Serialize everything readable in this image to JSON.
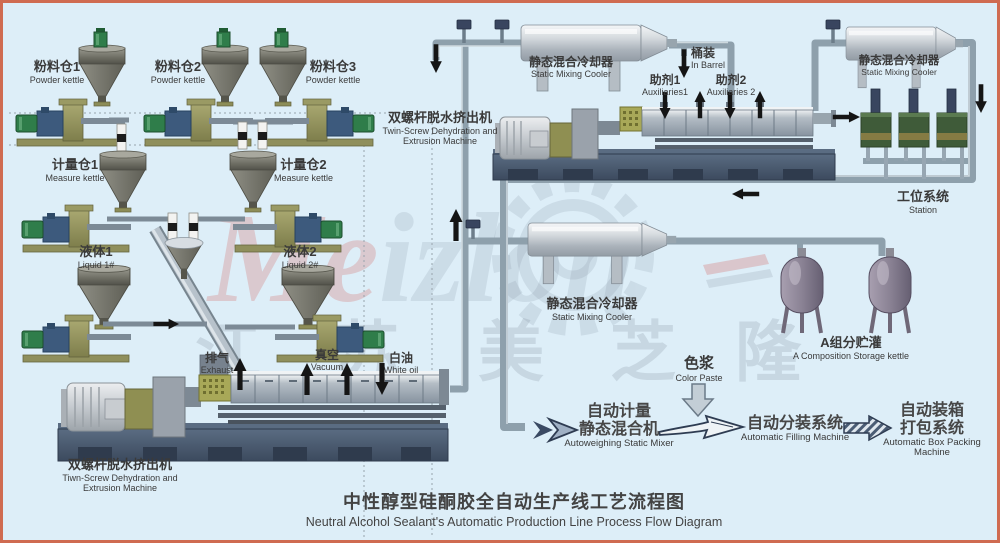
{
  "title": {
    "cn": "中性醇型硅酮胶全自动生产线工艺流程图",
    "en": "Neutral Alcohol Sealant's Automatic Production Line Process Flow Diagram"
  },
  "labels": {
    "powder1": {
      "cn": "粉料仓1",
      "en": "Powder kettle"
    },
    "powder2": {
      "cn": "粉料仓2",
      "en": "Powder kettle"
    },
    "powder3": {
      "cn": "粉料仓3",
      "en": "Powder kettle"
    },
    "measure1": {
      "cn": "计量仓1",
      "en": "Measure kettle"
    },
    "measure2": {
      "cn": "计量仓2",
      "en": "Measure kettle"
    },
    "liquid1": {
      "cn": "液体1",
      "en": "Liquid 1#"
    },
    "liquid2": {
      "cn": "液体2",
      "en": "Liquid 2#"
    },
    "exhaust": {
      "cn": "排气",
      "en": "Exhaust"
    },
    "vacuum": {
      "cn": "真空",
      "en": "Vacuum"
    },
    "white_oil": {
      "cn": "白油",
      "en": "White oil"
    },
    "extruder_bottom": {
      "cn": "双螺杆脱水挤出机",
      "en1": "Tiwn-Screw Dehydration and",
      "en2": "Extrusion Machine"
    },
    "extruder_top": {
      "cn": "双螺杆脱水挤出机",
      "en1": "Twin-Screw Dehydration and",
      "en2": "Extrusion Machine"
    },
    "cooler_top_left": {
      "cn": "静态混合冷却器",
      "en": "Static Mixing Cooler"
    },
    "cooler_top_right": {
      "cn": "静态混合冷却器",
      "en": "Static Mixing Cooler"
    },
    "cooler_mid": {
      "cn": "静态混合冷却器",
      "en": "Static Mixing Cooler"
    },
    "in_barrel": {
      "cn": "桶装",
      "en": "In Barrel"
    },
    "aux1": {
      "cn": "助剂1",
      "en": "Auxiliaries1"
    },
    "aux2": {
      "cn": "助剂2",
      "en": "Auxiliaries 2"
    },
    "station": {
      "cn": "工位系统",
      "en": "Station"
    },
    "a_storage": {
      "cn": "A组分贮灌",
      "en": "A Composition Storage kettle"
    },
    "color_paste": {
      "cn": "色浆",
      "en": "Color Paste"
    },
    "autoweigh": {
      "cn1": "自动计量",
      "cn2": "静态混合机",
      "en": "Autoweighing Static Mixer"
    },
    "filling": {
      "cn": "自动分装系统",
      "en": "Automatic Filling Machine"
    },
    "packing": {
      "cn1": "自动装箱",
      "cn2": "打包系统",
      "en1": "Automatic Box Packing",
      "en2": "Machine"
    }
  },
  "watermark": {
    "brand_red": "Me",
    "brand_gray": "izlon",
    "chars": [
      "江",
      "苏",
      "美",
      "芝",
      "隆"
    ]
  },
  "colors": {
    "background": "#ddeef8",
    "border": "#cf6b51",
    "pipe": "#8ea0ac",
    "machine_khaki": "#9a9a64",
    "base_blue": "#46566a",
    "motor_green": "#2f7d4a",
    "pump_blue": "#3d5a7d",
    "station_green": "#3f5b39",
    "arrow_black": "#151515",
    "text": "#3a3a3a"
  }
}
